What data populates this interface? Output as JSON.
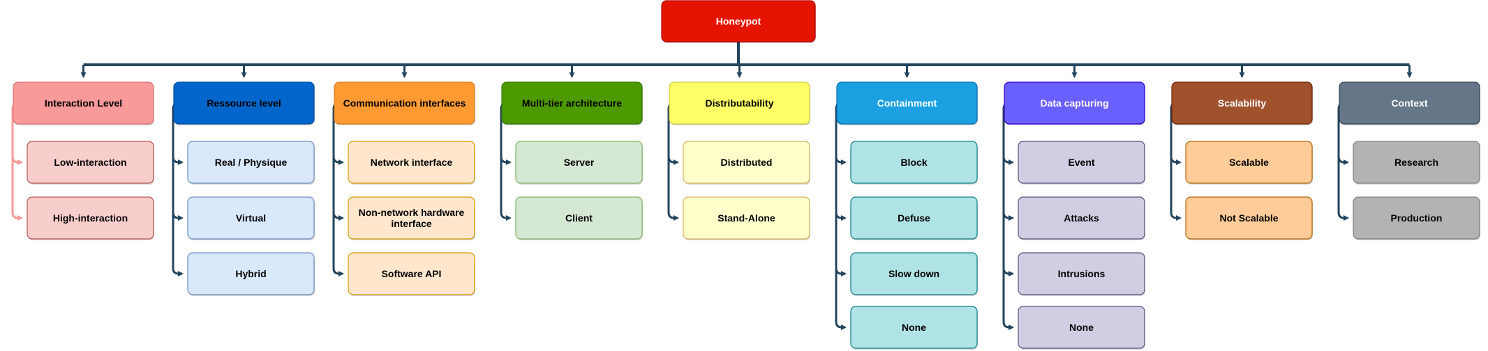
{
  "root": {
    "label": "Honeypot",
    "fill": "#e51400",
    "stroke": "#b20000",
    "text_color": "#ffffff"
  },
  "connector_color": "#23445d",
  "categories": [
    {
      "label": "Interaction Level",
      "fill": "#f8999a",
      "stroke": "#d9767a",
      "text_color": "#000000",
      "connector_color": "#f8999a",
      "items": [
        {
          "lines": [
            "Low-interaction"
          ]
        },
        {
          "lines": [
            "High-interaction"
          ]
        }
      ],
      "item_fill": "#f8cecc",
      "item_stroke": "#b85450"
    },
    {
      "label": "Ressource level",
      "fill": "#0066cc",
      "stroke": "#004c99",
      "text_color": "#000000",
      "items": [
        {
          "lines": [
            "Real / Physique"
          ]
        },
        {
          "lines": [
            "Virtual"
          ]
        },
        {
          "lines": [
            "Hybrid"
          ]
        }
      ],
      "item_fill": "#dae8fc",
      "item_stroke": "#6c8ebf"
    },
    {
      "label": "Communication interfaces",
      "fill": "#ff9a33",
      "stroke": "#d97d1f",
      "text_color": "#000000",
      "items": [
        {
          "lines": [
            "Network interface"
          ]
        },
        {
          "lines": [
            "Non-network hardware",
            "interface"
          ]
        },
        {
          "lines": [
            "Software API"
          ]
        }
      ],
      "item_fill": "#ffe6cc",
      "item_stroke": "#d79b00"
    },
    {
      "label": "Multi-tier architecture",
      "fill": "#4d9900",
      "stroke": "#2d7600",
      "text_color": "#000000",
      "items": [
        {
          "lines": [
            "Server"
          ]
        },
        {
          "lines": [
            "Client"
          ]
        }
      ],
      "item_fill": "#d5e8d4",
      "item_stroke": "#82b366"
    },
    {
      "label": "Distributability",
      "fill": "#ffff66",
      "stroke": "#cccc44",
      "text_color": "#000000",
      "items": [
        {
          "lines": [
            "Distributed"
          ]
        },
        {
          "lines": [
            "Stand-Alone"
          ]
        }
      ],
      "item_fill": "#ffffcc",
      "item_stroke": "#d6b656"
    },
    {
      "label": "Containment",
      "fill": "#1ba1e2",
      "stroke": "#006eaf",
      "text_color": "#ffffff",
      "items": [
        {
          "lines": [
            "Block"
          ]
        },
        {
          "lines": [
            "Defuse"
          ]
        },
        {
          "lines": [
            "Slow down"
          ]
        },
        {
          "lines": [
            "None"
          ]
        }
      ],
      "item_fill": "#b0e3e6",
      "item_stroke": "#0e8088"
    },
    {
      "label": "Data capturing",
      "fill": "#6a5fff",
      "stroke": "#3700cc",
      "text_color": "#ffffff",
      "items": [
        {
          "lines": [
            "Event"
          ]
        },
        {
          "lines": [
            "Attacks"
          ]
        },
        {
          "lines": [
            "Intrusions"
          ]
        },
        {
          "lines": [
            "None"
          ]
        }
      ],
      "item_fill": "#d0cee2",
      "item_stroke": "#56517e"
    },
    {
      "label": "Scalability",
      "fill": "#a0522d",
      "stroke": "#6d1f00",
      "text_color": "#ffffff",
      "items": [
        {
          "lines": [
            "Scalable"
          ]
        },
        {
          "lines": [
            "Not Scalable"
          ]
        }
      ],
      "item_fill": "#ffcc99",
      "item_stroke": "#b46504"
    },
    {
      "label": "Context",
      "fill": "#647687",
      "stroke": "#314354",
      "text_color": "#ffffff",
      "items": [
        {
          "lines": [
            "Research"
          ]
        },
        {
          "lines": [
            "Production"
          ]
        }
      ],
      "item_fill": "#b3b3b3",
      "item_stroke": "#808080"
    }
  ]
}
